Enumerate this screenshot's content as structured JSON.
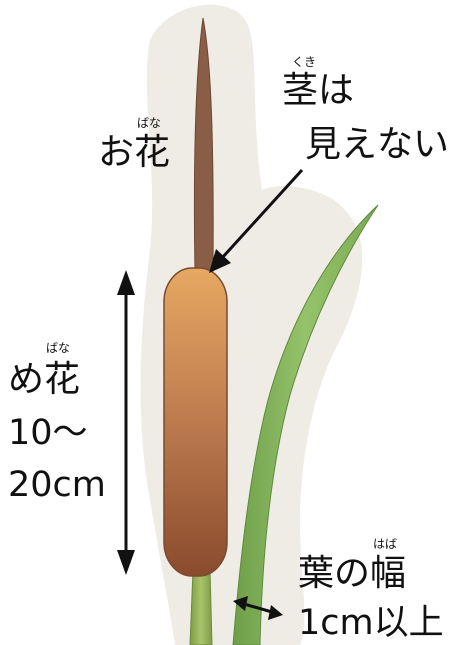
{
  "labels": {
    "male_flower": {
      "ruby": "ばな",
      "text": "お花"
    },
    "stem": {
      "ruby": "くき",
      "line1": "茎は",
      "line2": "見えない"
    },
    "female_flower": {
      "ruby": "ばな",
      "text": "め花",
      "size_line1": "10～",
      "size_line2": "20cm"
    },
    "leaf": {
      "ruby": "はば",
      "line1": "葉の幅",
      "line2": "1cm以上"
    }
  },
  "colors": {
    "backdrop": "#efece6",
    "male_spike": "#8a5e46",
    "female_top": "#e7a85f",
    "female_bottom": "#8a4b2e",
    "stalk": "#9cb55a",
    "leaf": "#88b861",
    "arrow": "#111111"
  }
}
